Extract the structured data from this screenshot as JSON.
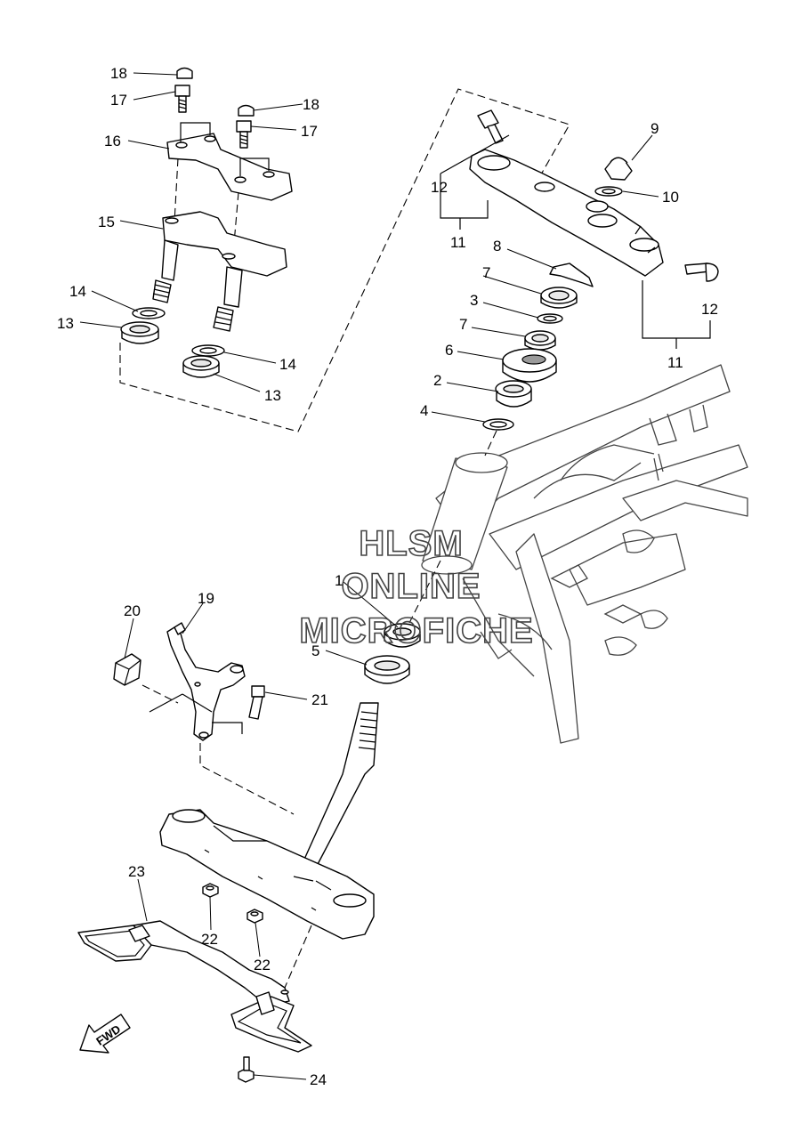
{
  "callouts": {
    "c1": "1",
    "c2": "2",
    "c3": "3",
    "c4": "4",
    "c5": "5",
    "c6": "6",
    "c7a": "7",
    "c7b": "7",
    "c8": "8",
    "c9": "9",
    "c10": "10",
    "c11a": "11",
    "c11b": "11",
    "c12a": "12",
    "c12b": "12",
    "c13a": "13",
    "c13b": "13",
    "c14a": "14",
    "c14b": "14",
    "c15": "15",
    "c16": "16",
    "c17a": "17",
    "c17b": "17",
    "c18a": "18",
    "c18b": "18",
    "c19": "19",
    "c20": "20",
    "c21": "21",
    "c22a": "22",
    "c22b": "22",
    "c23": "23",
    "c24": "24"
  },
  "watermark": {
    "line1": "HLSM",
    "line2": "ONLINE",
    "line3": "MICROFICHE"
  },
  "fwd_label": "FWD",
  "colors": {
    "ink": "#000000",
    "frame": "#444444",
    "background": "#ffffff"
  }
}
